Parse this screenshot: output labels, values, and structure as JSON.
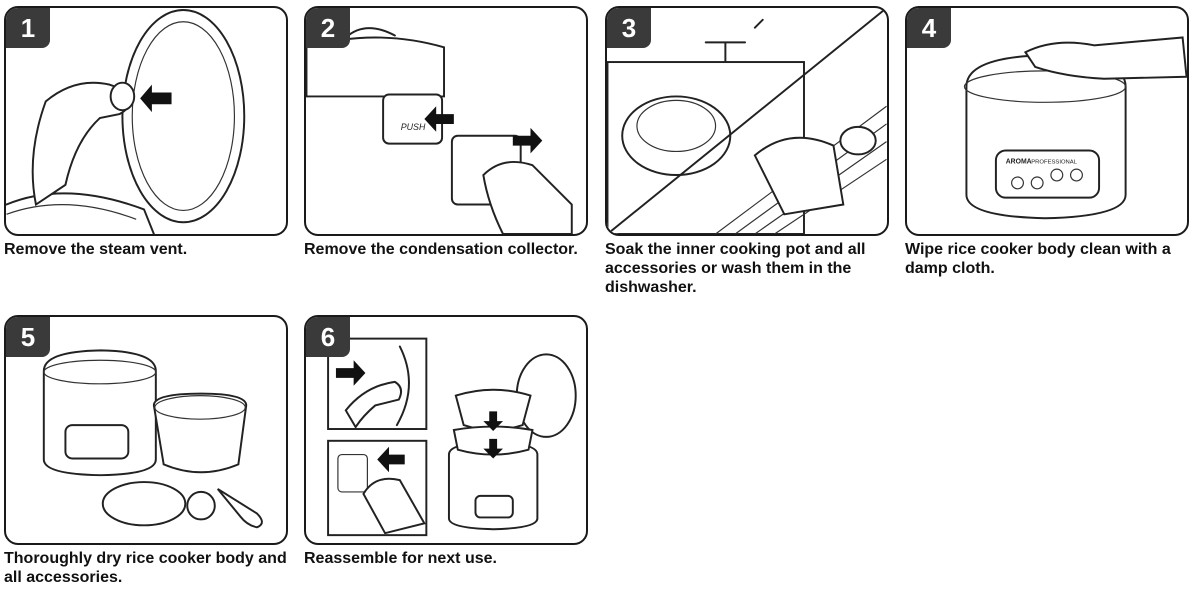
{
  "steps": [
    {
      "number": "1",
      "caption": "Remove the steam vent."
    },
    {
      "number": "2",
      "caption": "Remove the condensation collector."
    },
    {
      "number": "3",
      "caption": "Soak the inner cooking pot and all accessories or wash them in the dishwasher."
    },
    {
      "number": "4",
      "caption": "Wipe rice cooker body clean with a damp cloth."
    },
    {
      "number": "5",
      "caption": "Thoroughly dry rice cooker body and all accessories."
    },
    {
      "number": "6",
      "caption": "Reassemble for next use."
    }
  ],
  "illustration_labels": {
    "push": "PUSH",
    "brand": "AROMA",
    "brand_sub": "PROFESSIONAL"
  }
}
